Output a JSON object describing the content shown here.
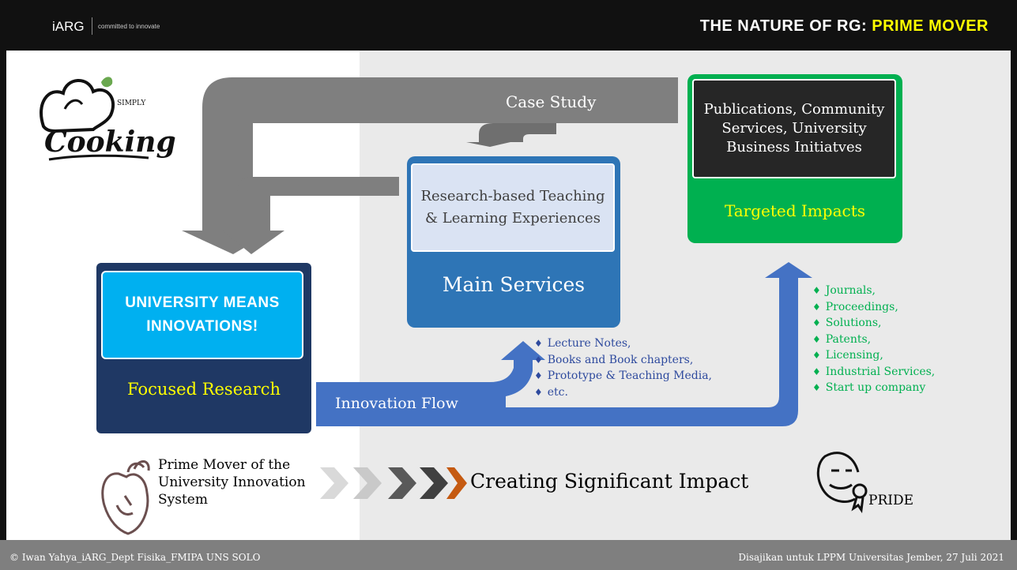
{
  "header": {
    "logo_text": "iARG",
    "logo_tagline": "committed to innovate",
    "title_part1": "THE NATURE OF RG: ",
    "title_part2": "PRIME MOVER",
    "title_colors": {
      "part1": "#ffffff",
      "part2": "#ffff00"
    }
  },
  "logo_cooking": {
    "line1": "SIMPLY",
    "line2": "Cooking"
  },
  "diagram": {
    "case_study": "Case Study",
    "research_box": {
      "inner_text": "UNIVERSITY MEANS INNOVATIONS!",
      "label": "Focused Research"
    },
    "services_box": {
      "inner_text": "Research-based Teaching & Learning Experiences",
      "label": "Main Services"
    },
    "impacts_box": {
      "inner_text": "Publications, Community Services, University Business Initiatves",
      "label": "Targeted Impacts"
    },
    "innovation_flow": "Innovation Flow",
    "service_outputs": [
      "Lecture Notes,",
      "Books and Book chapters,",
      "Prototype & Teaching Media,",
      "etc."
    ],
    "impact_outputs": [
      "Journals,",
      "Proceedings,",
      "Solutions,",
      "Patents,",
      "Licensing,",
      "Industrial Services,",
      "Start up company"
    ]
  },
  "bottom": {
    "prime_mover": "Prime Mover of the University Innovation System",
    "creating_impact": "Creating Significant Impact",
    "pride": "PRIDE"
  },
  "footer": {
    "left": "© Iwan Yahya_iARG_Dept Fisika_FMIPA UNS SOLO",
    "right": "Disajikan untuk LPPM Universitas Jember, 27 Juli 2021"
  },
  "colors": {
    "research_dark": "#1f3864",
    "innovation_cyan": "#00b0f0",
    "services_blue": "#2e75b6",
    "impacts_green": "#00b050",
    "flow_blue": "#4472c4",
    "feedback_gray": "#7f7f7f",
    "accent_yellow": "#ffff00",
    "chevron_orange": "#c55a11"
  }
}
